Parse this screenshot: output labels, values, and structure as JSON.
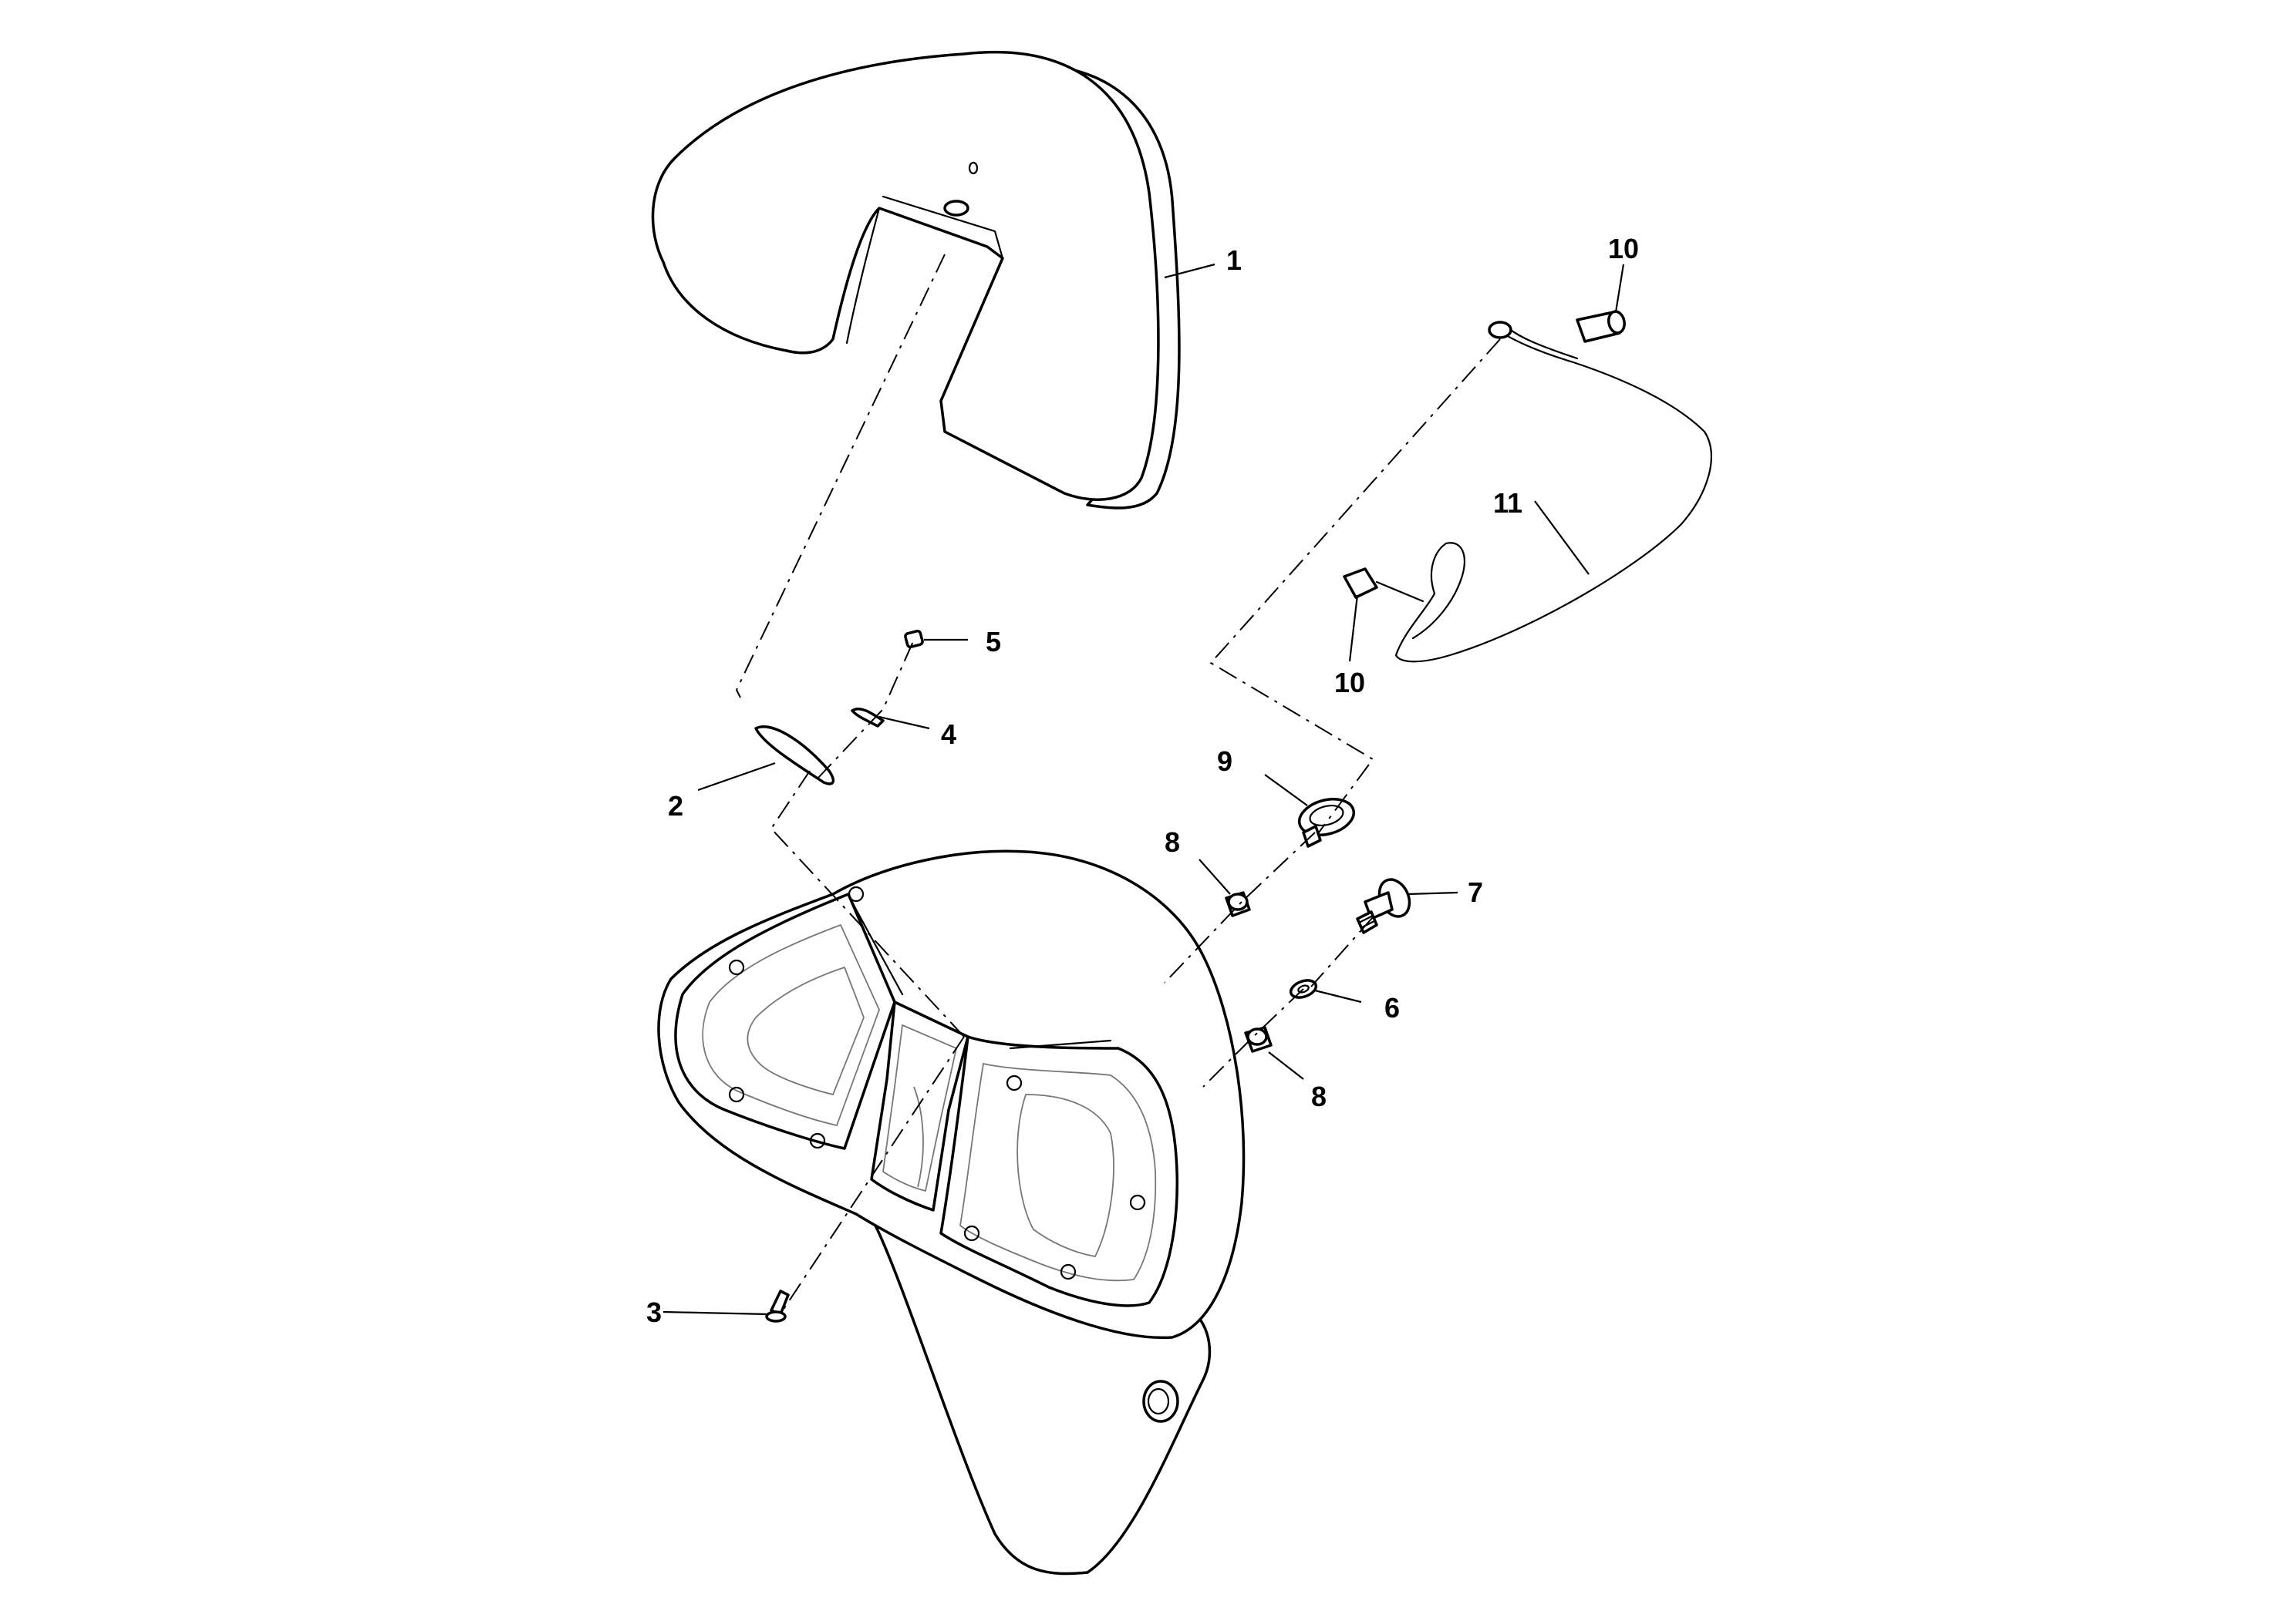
{
  "callouts": [
    {
      "id": "c1",
      "label": "1"
    },
    {
      "id": "c2",
      "label": "2"
    },
    {
      "id": "c3",
      "label": "3"
    },
    {
      "id": "c4",
      "label": "4"
    },
    {
      "id": "c5",
      "label": "5"
    },
    {
      "id": "c6",
      "label": "6"
    },
    {
      "id": "c7",
      "label": "7"
    },
    {
      "id": "c8a",
      "label": "8"
    },
    {
      "id": "c8b",
      "label": "8"
    },
    {
      "id": "c9",
      "label": "9"
    },
    {
      "id": "c10a",
      "label": "10"
    },
    {
      "id": "c10b",
      "label": "10"
    },
    {
      "id": "c11",
      "label": "11"
    }
  ]
}
